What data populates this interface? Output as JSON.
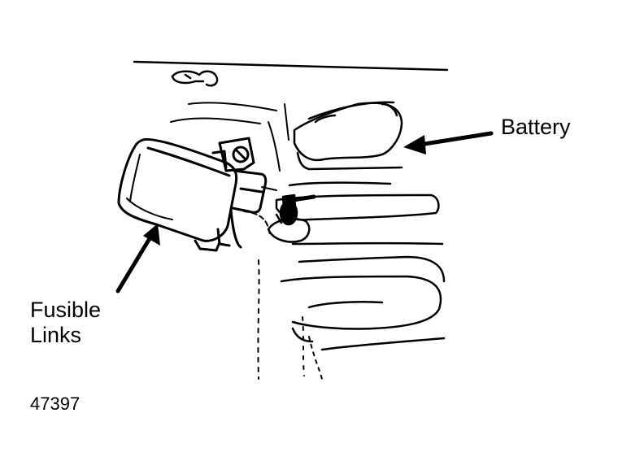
{
  "labels": {
    "battery": "Battery",
    "fusible_line1": "Fusible",
    "fusible_line2": "Links",
    "figure_number": "47397"
  },
  "colors": {
    "line": "#000000",
    "background": "#ffffff"
  }
}
